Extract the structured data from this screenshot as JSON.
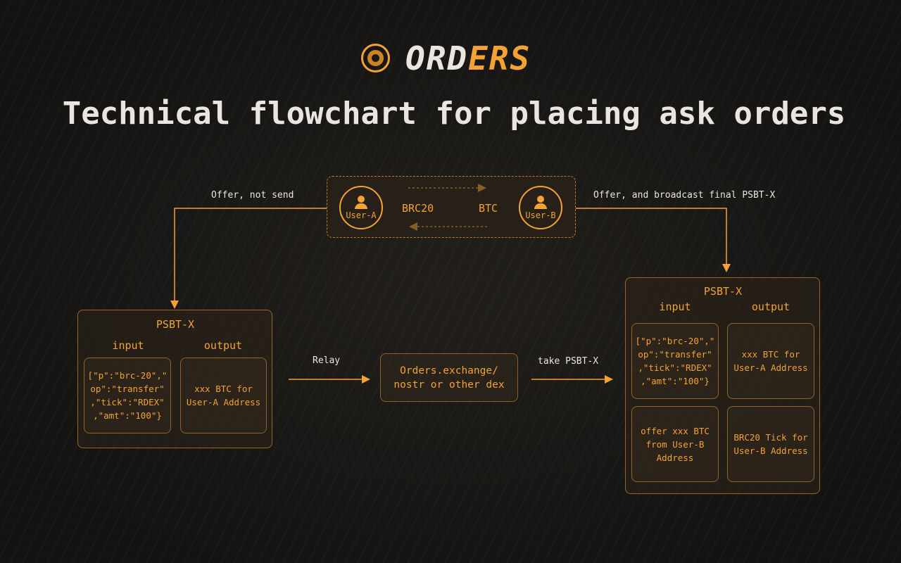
{
  "logo": {
    "text_white": "ORD",
    "text_orange": "ERS"
  },
  "title": "Technical flowchart for placing ask orders",
  "colors": {
    "accent": "#f3a233",
    "background": "#1a1816"
  },
  "top": {
    "user_a": "User-A",
    "user_b": "User-B",
    "brc20": "BRC20",
    "btc": "BTC",
    "left_label": "Offer, not send",
    "right_label": "Offer, and broadcast final PSBT-X"
  },
  "left_psbt": {
    "title": "PSBT-X",
    "input": "input",
    "output": "output",
    "input_cell": "[\"p\":\"brc-20\",\"\nop\":\"transfer\"\n,\"tick\":\"RDEX\"\n,\"amt\":\"100\"}",
    "output_cell": "xxx BTC for\nUser-A Address"
  },
  "relay": "Relay",
  "middle": "Orders.exchange/\nnostr or other dex",
  "take": "take PSBT-X",
  "right_psbt": {
    "title": "PSBT-X",
    "input": "input",
    "output": "output",
    "cells": [
      "[\"p\":\"brc-20\",\"\nop\":\"transfer\"\n,\"tick\":\"RDEX\"\n,\"amt\":\"100\"}",
      "xxx BTC for\nUser-A Address",
      "offer xxx BTC\nfrom User-B\nAddress",
      "BRC20 Tick for\nUser-B Address"
    ]
  }
}
